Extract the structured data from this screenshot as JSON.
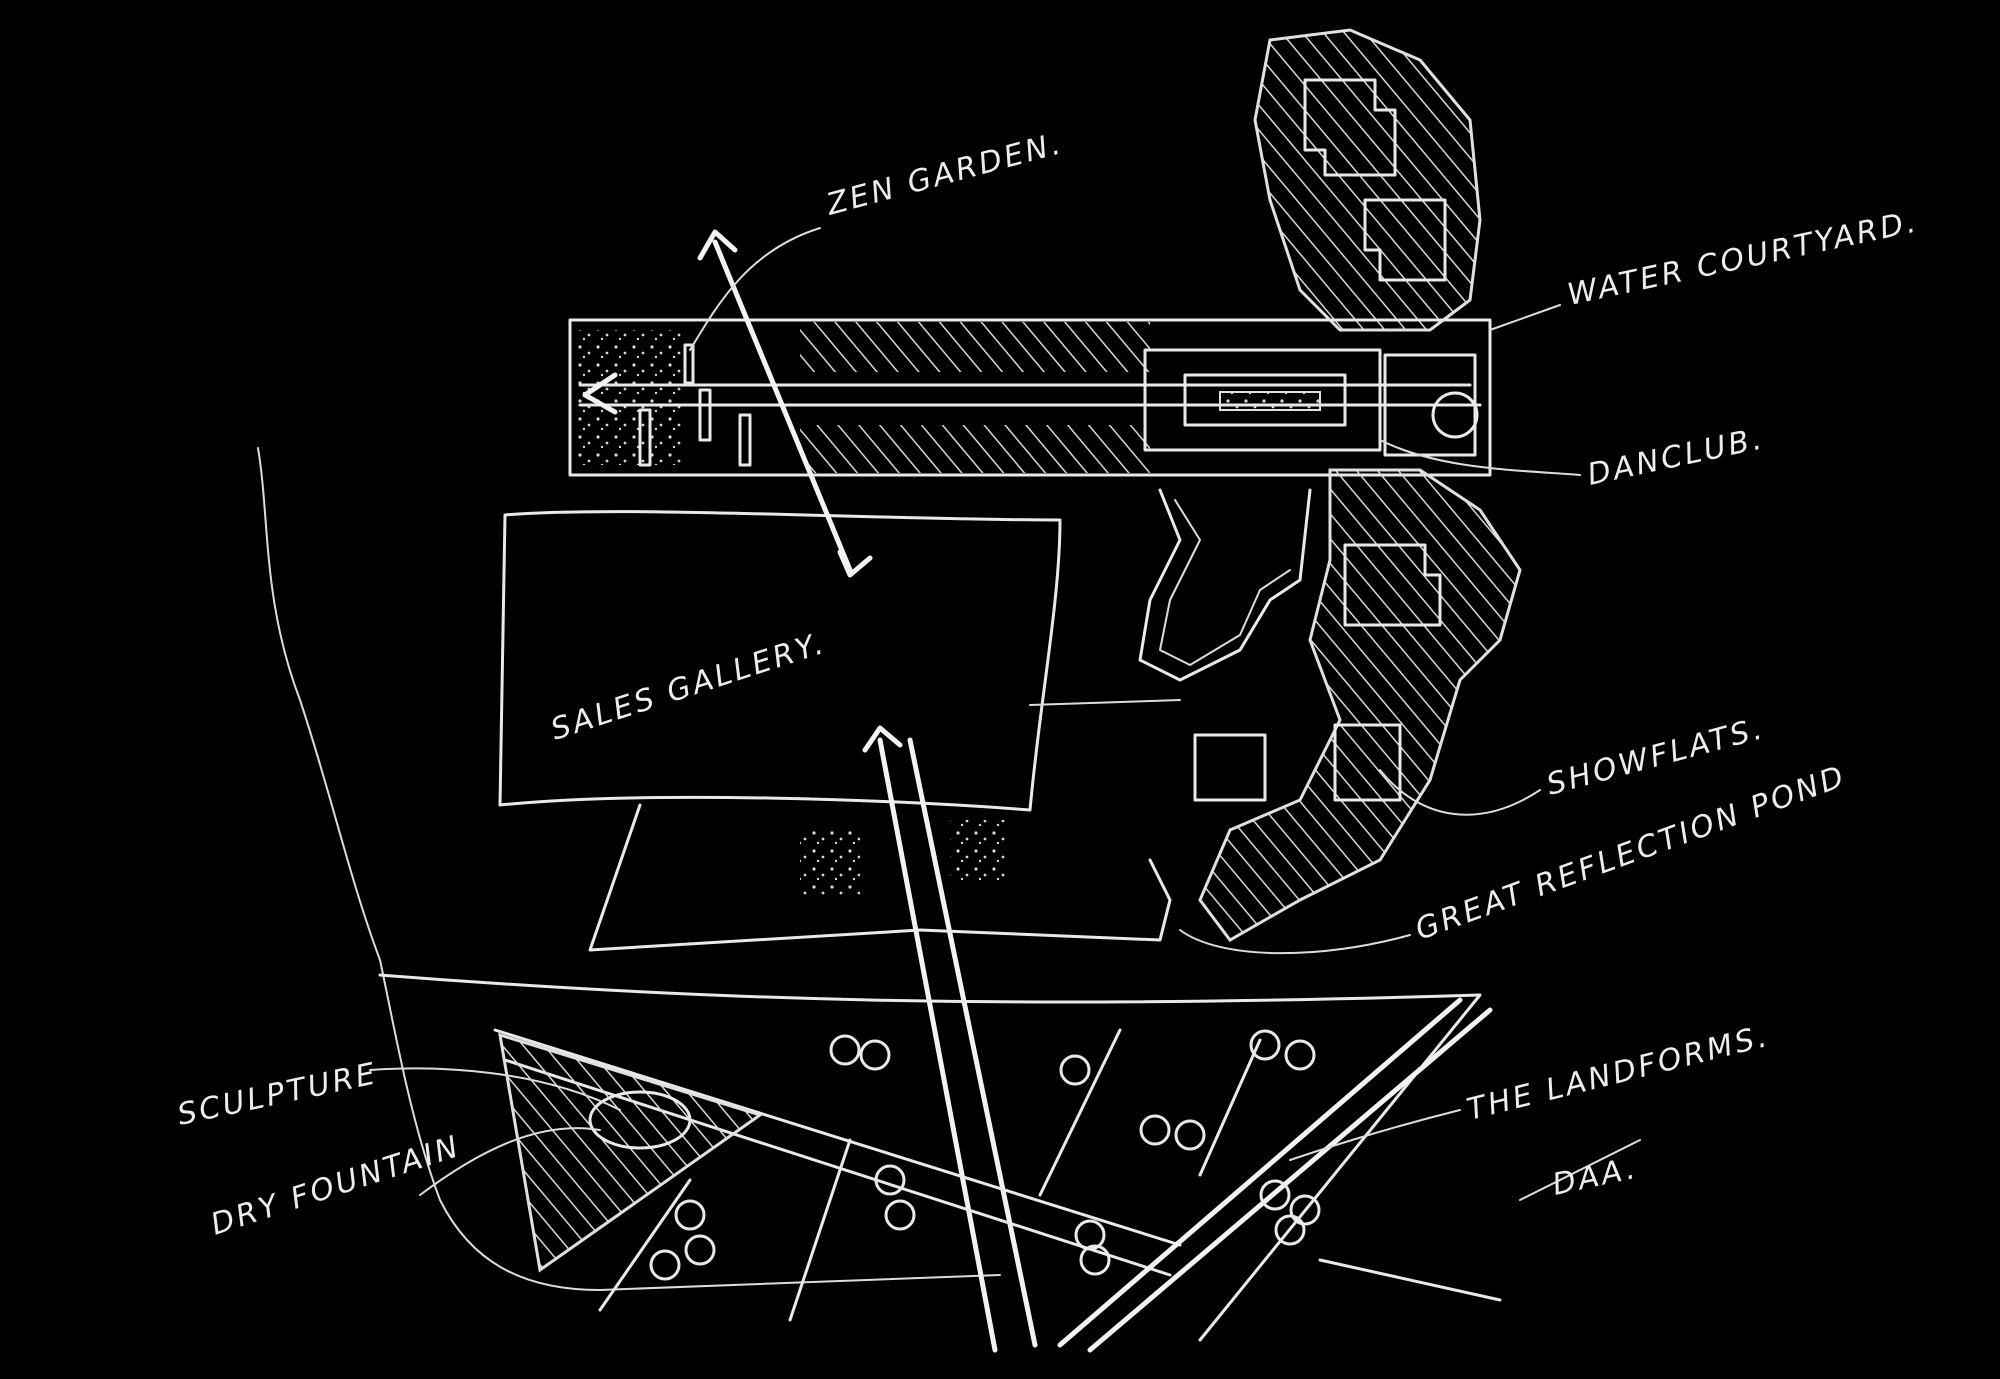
{
  "colors": {
    "background": "#000000",
    "ink": "#e9e9e9"
  },
  "labels": {
    "zen_garden": "ZEN GARDEN.",
    "water_courtyard": "WATER COURTYARD.",
    "clubhouse": "DANCLUB.",
    "sales_gallery": "SALES GALLERY.",
    "showflats": "SHOWFLATS.",
    "reflection_pond": "GREAT REFLECTION POND",
    "sculpture": "SCULPTURE",
    "dry_fountain": "DRY FOUNTAIN",
    "landforms": "THE LANDFORMS."
  },
  "signature": "DAA."
}
